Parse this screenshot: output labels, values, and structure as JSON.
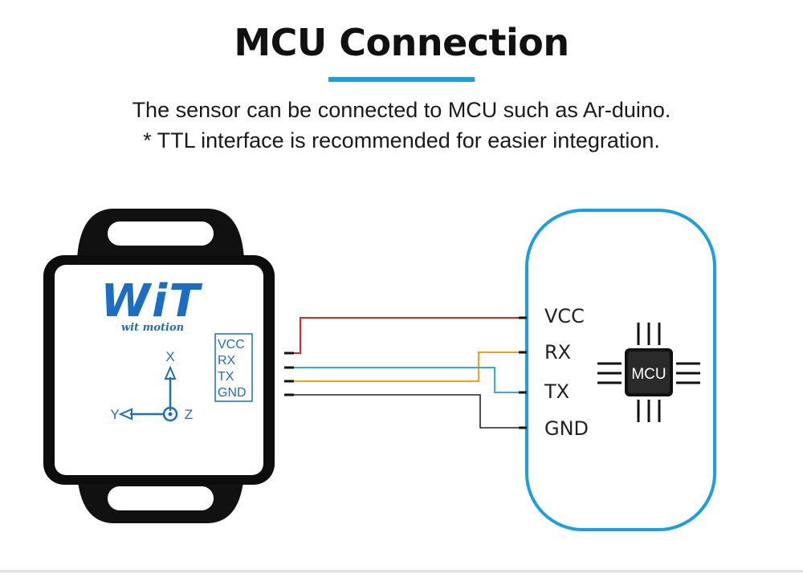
{
  "header": {
    "title": "MCU Connection",
    "subtitle_line1": "The sensor can be connected to MCU such as Ar-duino.",
    "subtitle_line2": "* TTL interface is recommended for easier integration."
  },
  "sensor": {
    "logo_text": "WiT",
    "brand": "wit motion",
    "axes": {
      "x": "X",
      "y": "Y",
      "z": "Z"
    },
    "pins": [
      "VCC",
      "RX",
      "TX",
      "GND"
    ]
  },
  "mcu": {
    "chip_label": "MCU",
    "pins": [
      "VCC",
      "RX",
      "TX",
      "GND"
    ]
  },
  "colors": {
    "accent": "#1aa0e0",
    "vcc_wire": "#e52222",
    "rx_wire": "#f0a11c",
    "tx_wire": "#3aa8e0",
    "gnd_wire": "#222222",
    "sensor_face": "#ffffff",
    "sensor_housing": "#0d0d0d",
    "logo_blue": "#1a6fc4"
  }
}
